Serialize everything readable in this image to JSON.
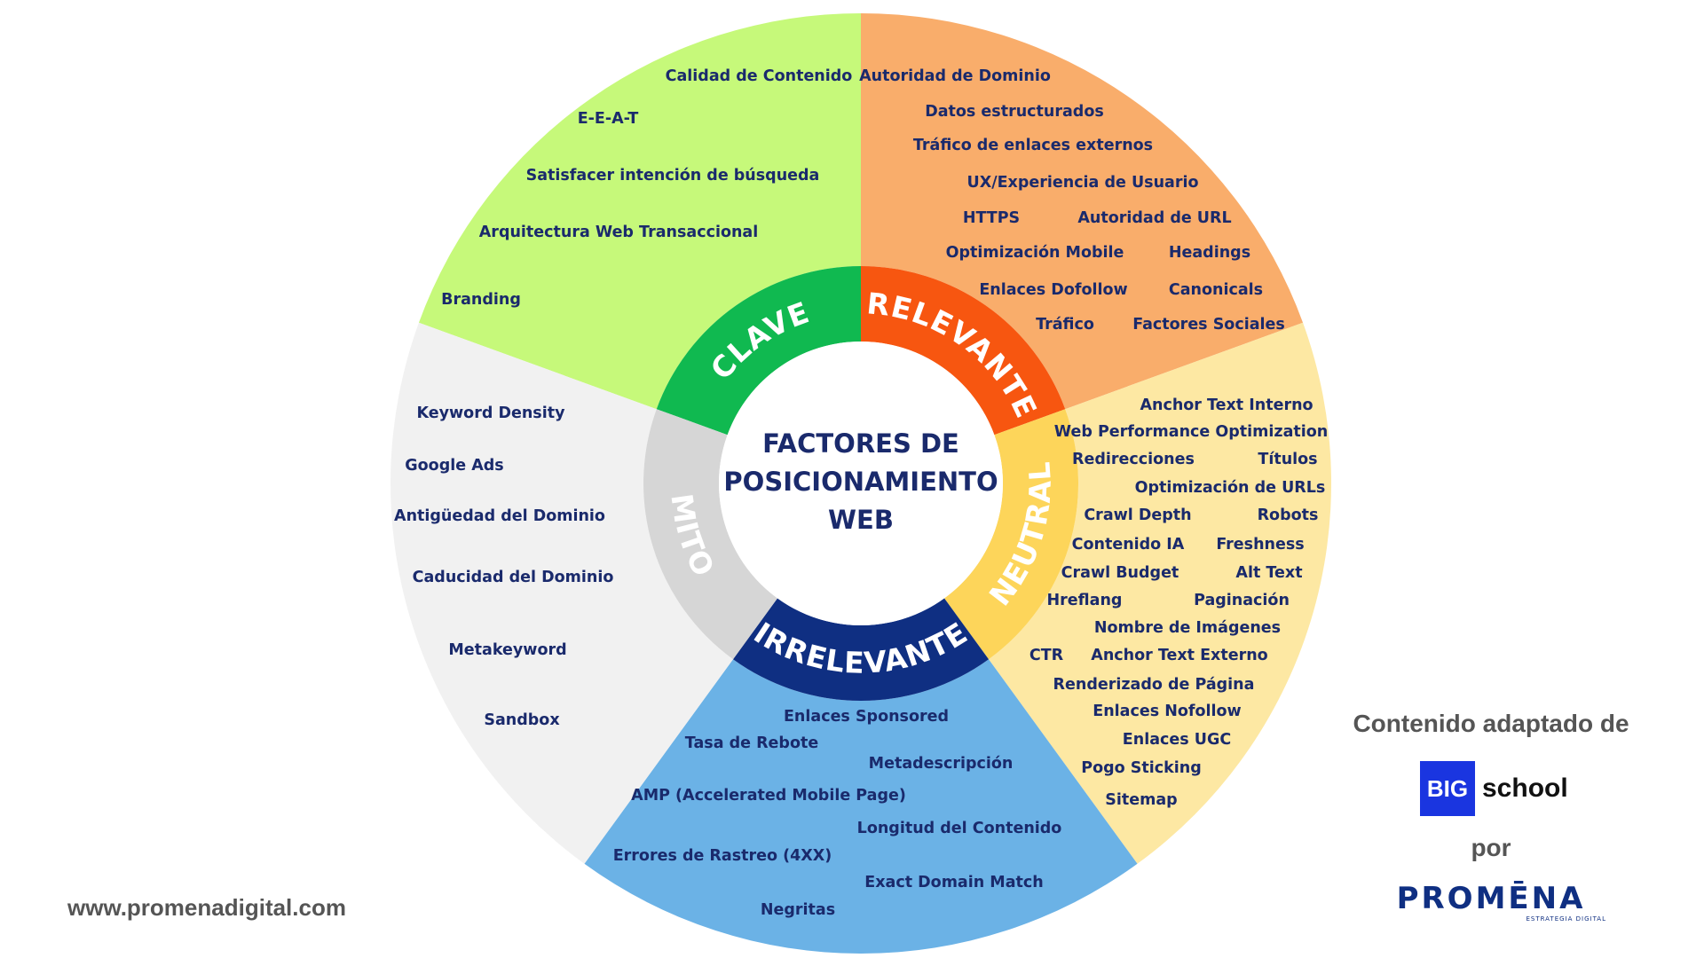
{
  "center_title": [
    "FACTORES DE",
    "POSICIONAMIENTO",
    "WEB"
  ],
  "categories": {
    "clave": "CLAVE",
    "relevante": "RELEVANTE",
    "neutral": "NEUTRAL",
    "irrelevante": "IRRELEVANTE",
    "mito": "MITO"
  },
  "colors": {
    "clave_outer": "#c6f97a",
    "clave_inner": "#10b950",
    "relevante_outer": "#f9ad6b",
    "relevante_inner": "#f75610",
    "neutral_outer": "#fde8a3",
    "neutral_inner": "#fdd55a",
    "irrelevante_outer": "#6bb2e6",
    "irrelevante_inner": "#0f2f82",
    "mito_outer": "#f1f1f1",
    "mito_inner": "#d6d6d6",
    "text": "#1a2a6c"
  },
  "factors": {
    "clave": [
      "Calidad de Contenido",
      "E-E-A-T",
      "Satisfacer intención de búsqueda",
      "Arquitectura Web Transaccional",
      "Branding"
    ],
    "relevante": [
      "Autoridad de Dominio",
      "Datos estructurados",
      "Tráfico de enlaces externos",
      "UX/Experiencia de Usuario",
      "HTTPS",
      "Autoridad de URL",
      "Optimización Mobile",
      "Headings",
      "Enlaces Dofollow",
      "Canonicals",
      "Tráfico",
      "Factores Sociales"
    ],
    "neutral": [
      "Anchor Text Interno",
      "Web Performance Optimization",
      "Redirecciones",
      "Títulos",
      "Optimización de URLs",
      "Crawl Depth",
      "Robots",
      "Contenido IA",
      "Freshness",
      "Crawl Budget",
      "Alt Text",
      "Hreflang",
      "Paginación",
      "Nombre de Imágenes",
      "CTR",
      "Anchor Text Externo",
      "Renderizado de Página",
      "Enlaces Nofollow",
      "Enlaces UGC",
      "Pogo Sticking",
      "Sitemap"
    ],
    "irrelevante": [
      "Enlaces Sponsored",
      "Tasa de Rebote",
      "Metadescripción",
      "AMP (Accelerated Mobile Page)",
      "Longitud del Contenido",
      "Errores de Rastreo (4XX)",
      "Exact Domain Match",
      "Negritas"
    ],
    "mito": [
      "Keyword Density",
      "Google Ads",
      "Antigüedad del Dominio",
      "Caducidad del Dominio",
      "Metakeyword",
      "Sandbox"
    ]
  },
  "credit": {
    "line1": "Contenido adaptado de",
    "big": "BIG",
    "school": "school",
    "por": "por",
    "promena": "PROMĒNA",
    "promena_sub": "ESTRATEGIA DIGITAL"
  },
  "website": "www.promenadigital.com"
}
